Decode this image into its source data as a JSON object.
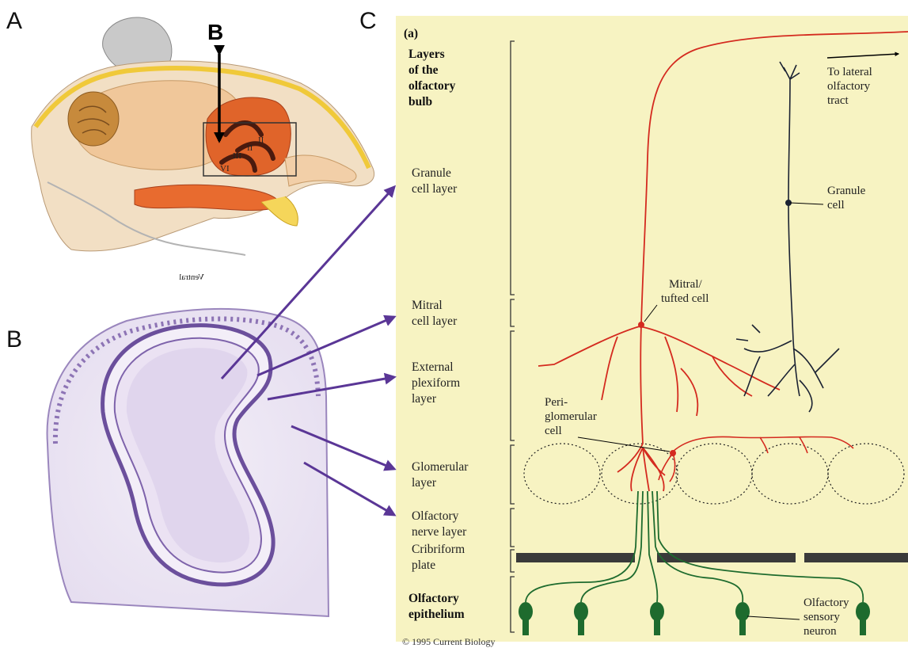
{
  "panels": {
    "a_letter": "A",
    "b_letter": "B",
    "c_letter": "C",
    "b_marker": "B"
  },
  "panel_a": {
    "ventral_label": "Ventral",
    "roman_labels": [
      "II",
      "II",
      "III",
      "VI"
    ]
  },
  "panel_c": {
    "sub_label": "(a)",
    "title_lines": [
      "Layers",
      "of the",
      "olfactory",
      "bulb"
    ],
    "layers": [
      {
        "lines": [
          "Granule",
          "cell layer"
        ]
      },
      {
        "lines": [
          "Mitral",
          "cell layer"
        ]
      },
      {
        "lines": [
          "External",
          "plexiform",
          "layer"
        ]
      },
      {
        "lines": [
          "Glomerular",
          "layer"
        ]
      },
      {
        "lines": [
          "Olfactory",
          "nerve layer"
        ]
      },
      {
        "lines": [
          "Cribriform",
          "plate"
        ]
      }
    ],
    "epithelium_lines": [
      "Olfactory",
      "epithelium"
    ],
    "cell_labels": {
      "lateral_tract": [
        "To lateral",
        "olfactory",
        "tract"
      ],
      "granule": [
        "Granule",
        "cell"
      ],
      "mitral": [
        "Mitral/",
        "tufted cell"
      ],
      "periglomerular": [
        "Peri-",
        "glomerular",
        "cell"
      ],
      "sensory": [
        "Olfactory",
        "sensory",
        "neuron"
      ]
    },
    "copyright": "© 1995 Current Biology"
  },
  "colors": {
    "panel_c_bg": "#f7f3c2",
    "mitral": "#d42a1f",
    "granule": "#1b2233",
    "sensory": "#1e6b2e",
    "arrow": "#5a3696",
    "nissl": "#7a5aa8"
  }
}
